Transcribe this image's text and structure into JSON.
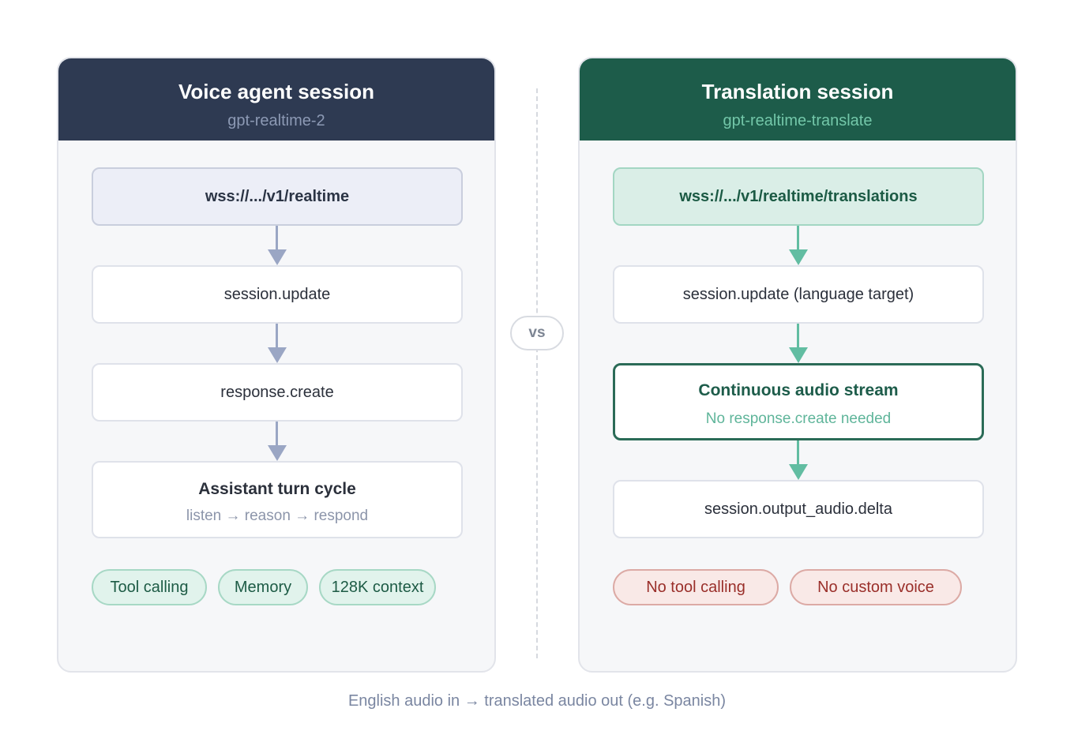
{
  "left_panel": {
    "title": "Voice agent session",
    "subtitle": "gpt-realtime-2",
    "steps": [
      "wss://.../v1/realtime",
      "session.update",
      "response.create"
    ],
    "cycle": {
      "title": "Assistant turn cycle",
      "subtitle": "listen → reason → respond"
    },
    "features": [
      "Tool calling",
      "Memory",
      "128K context"
    ]
  },
  "right_panel": {
    "title": "Translation session",
    "subtitle": "gpt-realtime-translate",
    "steps": [
      "wss://.../v1/realtime/translations",
      "session.update (language target)"
    ],
    "stream": {
      "title": "Continuous audio stream",
      "subtitle": "No response.create needed"
    },
    "output": "session.output_audio.delta",
    "limitations": [
      "No tool calling",
      "No custom voice"
    ]
  },
  "vs_label": "vs",
  "footer": "English audio in → translated audio out (e.g. Spanish)",
  "colors": {
    "left_header": "#2e3a52",
    "right_header": "#1d5c4a",
    "left_arrow": "#9aa6c4",
    "right_arrow": "#62bda2",
    "feature_pill": "#e1f3ec",
    "limitation_pill": "#f9e9e7"
  }
}
